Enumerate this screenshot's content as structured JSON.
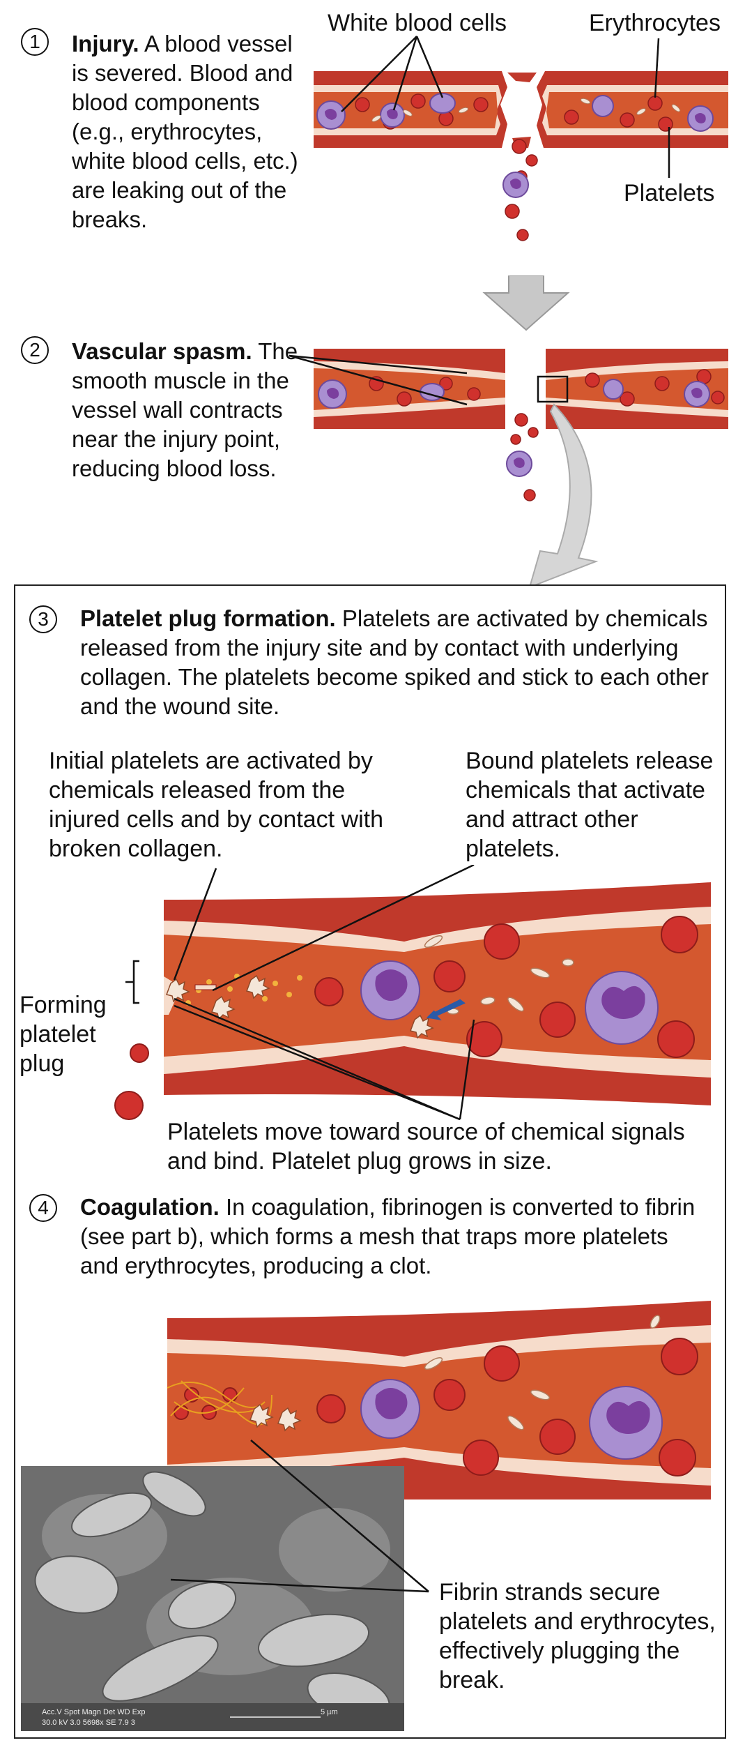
{
  "steps": [
    {
      "num": "1",
      "title": "Injury.",
      "text": "A blood vessel is severed. Blood and blood components (e.g., erythrocytes, white blood cells, etc.) are leaking out of the breaks."
    },
    {
      "num": "2",
      "title": "Vascular spasm.",
      "text": "The smooth muscle in the vessel wall contracts near the injury point, reducing blood loss."
    },
    {
      "num": "3",
      "title": "Platelet plug formation.",
      "text": "Platelets are activated by chemicals released from the injury site and by contact with underlying collagen. The platelets become spiked and stick to each other and the wound site."
    },
    {
      "num": "4",
      "title": "Coagulation.",
      "text": "In coagulation, fibrinogen is converted to fibrin (see part b), which forms a mesh that traps more platelets and erythrocytes, producing a clot."
    }
  ],
  "labels": {
    "white_blood_cells": "White blood cells",
    "erythrocytes": "Erythrocytes",
    "platelets": "Platelets",
    "initial_platelets": "Initial platelets are activated by chemicals released from the injured cells and by contact with broken collagen.",
    "bound_platelets": "Bound platelets release chemicals that activate and attract other platelets.",
    "forming_plug": "Forming platelet plug",
    "platelets_move": "Platelets move toward source of chemical signals and bind. Platelet plug grows in size.",
    "fibrin_strands": "Fibrin strands secure platelets and erythrocytes, effectively plugging the break."
  },
  "micrograph": {
    "meta_line1": "Acc.V  Spot Magn    Det  WD   Exp",
    "meta_line2": "30.0 kV 3.0   5698x   SE   7.9    3",
    "scale": "5 µm"
  },
  "colors": {
    "vessel_outer": "#c0392b",
    "vessel_wall": "#f6dccb",
    "vessel_lumen": "#d4582f",
    "erythrocyte": "#d0312d",
    "wbc": "#a98fd1",
    "wbc_nucleus": "#7b3f9e",
    "platelet": "#f4e6d8",
    "arrow_gray": "#c8c8c8"
  }
}
